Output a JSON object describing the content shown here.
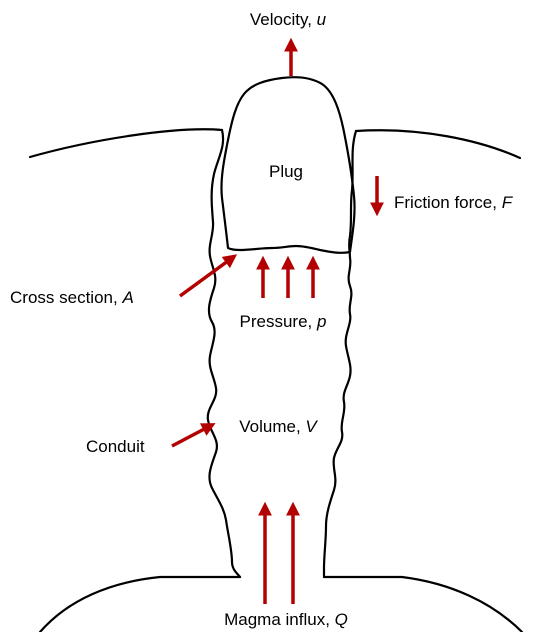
{
  "colors": {
    "arrow": "#b30000",
    "outline": "#000000"
  },
  "labels": {
    "velocity": {
      "text": "Velocity, ",
      "symbol": "u"
    },
    "plug": {
      "text": "Plug"
    },
    "friction": {
      "text": "Friction force, ",
      "symbol": "F"
    },
    "cross_section": {
      "text": "Cross section, ",
      "symbol": "A"
    },
    "pressure": {
      "text": "Pressure, ",
      "symbol": "p"
    },
    "volume": {
      "text": "Volume, ",
      "symbol": "V"
    },
    "conduit": {
      "text": "Conduit"
    },
    "magma_influx": {
      "text": "Magma influx, ",
      "symbol": "Q"
    }
  }
}
